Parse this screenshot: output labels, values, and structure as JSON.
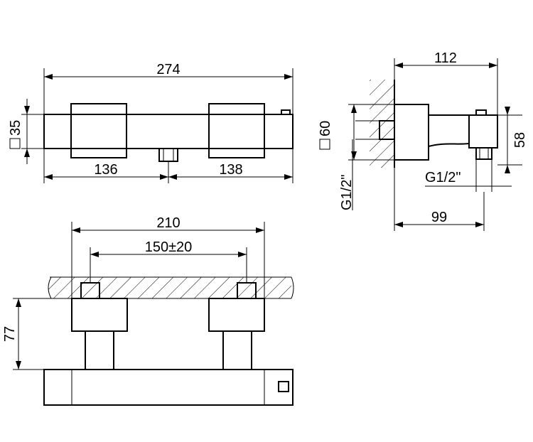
{
  "front_view": {
    "overall_width": "274",
    "left_length": "136",
    "right_length": "138",
    "body_section": "35"
  },
  "side_view": {
    "depth": "112",
    "wall_section": "60",
    "inlet_thread": "G1/2\"",
    "height": "58",
    "outlet_thread": "G1/2\"",
    "outlet_offset": "99"
  },
  "top_view": {
    "inlet_span": "210",
    "center_distance": "150±20",
    "wall_clearance": "77"
  }
}
